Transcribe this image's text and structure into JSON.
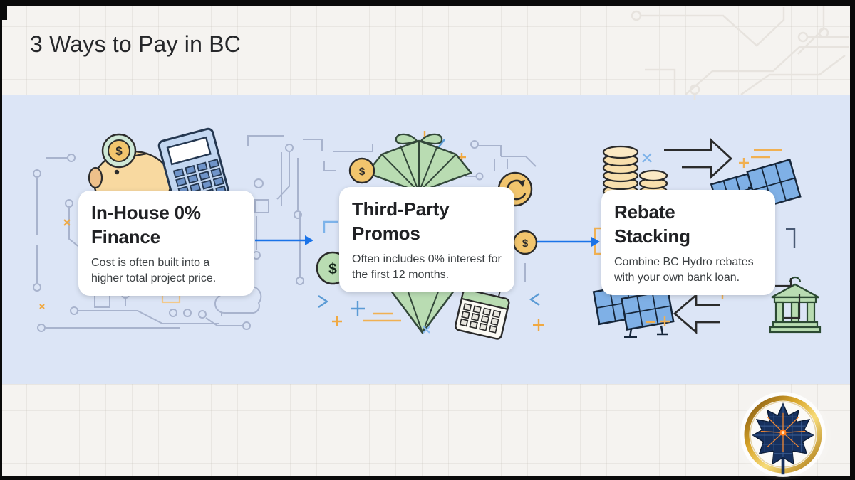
{
  "slide": {
    "title": "3 Ways to Pay in BC"
  },
  "cards": [
    {
      "title": "In-House 0% Finance",
      "description": "Cost is often built into a higher total project price.",
      "icons": [
        "piggy-bank-icon",
        "dollar-coin-icon",
        "calculator-icon",
        "circuit-pattern",
        "cloud-icon"
      ]
    },
    {
      "title": "Third-Party Promos",
      "description": "Often includes 0% interest for the first 12 months.",
      "icons": [
        "gift-box-icon",
        "dollar-coin-icon",
        "renew-coin-icon",
        "calendar-icon",
        "dollar-coin-green-icon"
      ]
    },
    {
      "title": "Rebate Stacking",
      "description": "Combine BC Hydro rebates with your own bank loan.",
      "icons": [
        "coin-stack-icon",
        "arrow-right-icon",
        "solar-panel-icon",
        "arrow-left-icon",
        "bank-icon"
      ]
    }
  ],
  "symbols": {
    "dollar": "$"
  },
  "colors": {
    "top_band": "#f5f3f0",
    "middle_band": "#dce5f6",
    "card_background": "#ffffff",
    "title_text": "#202124",
    "body_text": "#3c4043",
    "arrow_blue": "#1a73e8",
    "accent_orange": "#f0a942",
    "accent_green": "#b9dcb2",
    "coin_gold": "#f2c56d",
    "panel_blue": "#7fb0e6",
    "circuit_gray": "#a8b3cd",
    "logo_gold": "#d9a62b",
    "logo_leaf_navy": "#16305e"
  }
}
